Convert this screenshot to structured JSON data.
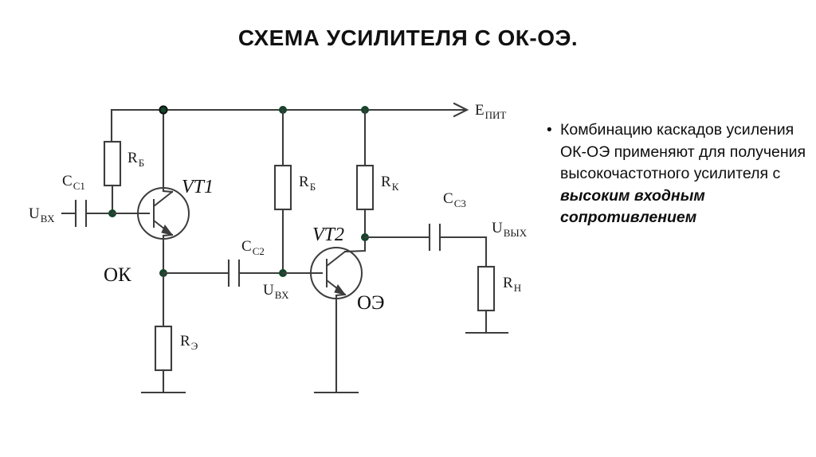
{
  "slide": {
    "title": "СХЕМА УСИЛИТЕЛЯ С ОК-ОЭ.",
    "background_color": "#ffffff"
  },
  "notes": {
    "bullet_marker": "•",
    "text_plain": "Комбинацию каскадов усиления ОК-ОЭ применяют для получения высокочастотного усилителя с высоким входным сопротивлением",
    "text_normal": "Комбинацию каскадов усиления ОК-ОЭ применяют для получения высокочастотного усилителя с ",
    "text_emphasis": "высоким входным сопротивлением"
  },
  "circuit": {
    "name": "ОК-ОЭ amplifier schematic",
    "wire_color": "#3d3d3d",
    "node_color": "#16452b",
    "supply_rail_label": "E",
    "supply_rail_sub": "ПИТ",
    "labels": {
      "input1": "U",
      "input1_sub": "ВХ",
      "cap1": "C",
      "cap1_sub": "С1",
      "res_base1": "R",
      "res_base1_sub": "Б",
      "transistor1": "VT1",
      "stage1_mode": "ОК",
      "res_emitter": "R",
      "res_emitter_sub": "Э",
      "cap2": "C",
      "cap2_sub": "С2",
      "input2": "U",
      "input2_sub": "ВХ",
      "res_base2": "R",
      "res_base2_sub": "Б",
      "res_collector": "R",
      "res_collector_sub": "К",
      "transistor2": "VT2",
      "stage2_mode": "ОЭ",
      "cap3": "C",
      "cap3_sub": "С3",
      "output": "U",
      "output_sub": "ВЫХ",
      "res_load": "R",
      "res_load_sub": "Н"
    }
  }
}
